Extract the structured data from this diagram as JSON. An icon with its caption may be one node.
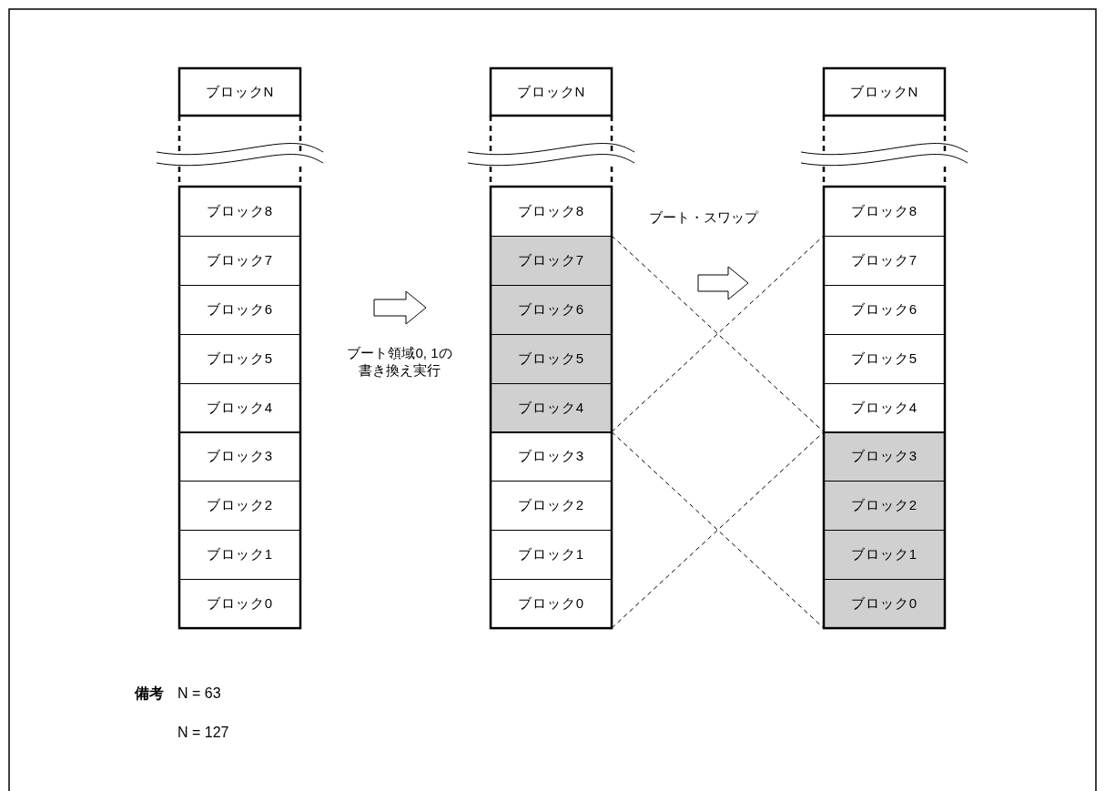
{
  "diagram": {
    "nodes": [
      {
        "text": [
          "ブロックN"
        ]
      },
      {
        "text": [
          "ブロック8"
        ]
      },
      {
        "text": [
          "ブロック7"
        ]
      },
      {
        "text": [
          "ブロック6"
        ]
      },
      {
        "text": [
          "ブロック5"
        ]
      },
      {
        "text": [
          "ブロック4"
        ]
      },
      {
        "text": [
          "ブロック3"
        ]
      },
      {
        "text": [
          "ブロック2"
        ]
      },
      {
        "text": [
          "ブロック1"
        ]
      },
      {
        "text": [
          "ブロック0"
        ]
      },
      {
        "text": [
          "ブロックN"
        ]
      },
      {
        "text": [
          "ブロック8"
        ]
      },
      {
        "text": [
          "ブロック7"
        ]
      },
      {
        "text": [
          "ブロック6"
        ]
      },
      {
        "text": [
          "ブロック5"
        ]
      },
      {
        "text": [
          "ブロック4"
        ]
      },
      {
        "text": [
          "ブロック3"
        ]
      },
      {
        "text": [
          "ブロック2"
        ]
      },
      {
        "text": [
          "ブロック1"
        ]
      },
      {
        "text": [
          "ブロック0"
        ]
      },
      {
        "text": [
          "ブロックN"
        ]
      },
      {
        "text": [
          "ブロック8"
        ]
      },
      {
        "text": [
          "ブロック7"
        ]
      },
      {
        "text": [
          "ブロック6"
        ]
      },
      {
        "text": [
          "ブロック5"
        ]
      },
      {
        "text": [
          "ブロック4"
        ]
      },
      {
        "text": [
          "ブロック3"
        ]
      },
      {
        "text": [
          "ブロック2"
        ]
      },
      {
        "text": [
          "ブロック1"
        ]
      },
      {
        "text": [
          "ブロック0"
        ]
      }
    ],
    "edges": [
      {
        "from": 12,
        "to": 26,
        "arrow": "none",
        "style": "dashed"
      },
      {
        "from": 15,
        "to": 22,
        "arrow": "none",
        "style": "dashed"
      },
      {
        "from": 16,
        "to": 29,
        "arrow": "none",
        "style": "dashed"
      },
      {
        "from": 19,
        "to": 25,
        "arrow": "none",
        "style": "dashed"
      }
    ],
    "labels": [
      "ブート・スワップ",
      "ブート領域0, 1の書き換え実行",
      "備考",
      "N = 63",
      "N = 127"
    ]
  }
}
